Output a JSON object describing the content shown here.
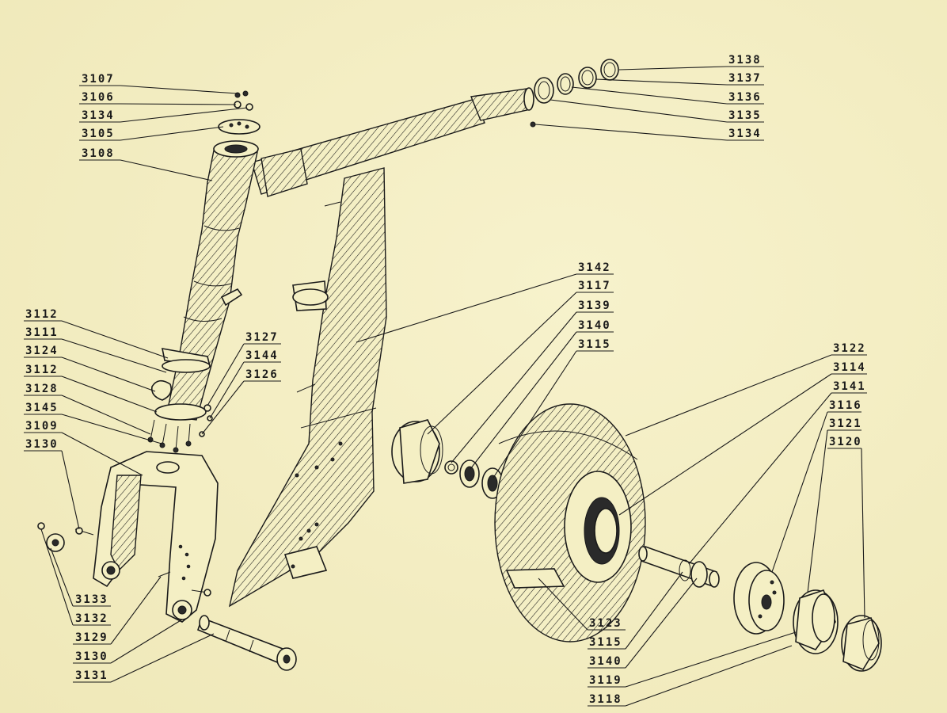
{
  "labels": [
    {
      "id": "l3107",
      "text": "3107"
    },
    {
      "id": "l3106",
      "text": "3106"
    },
    {
      "id": "l3134a",
      "text": "3134"
    },
    {
      "id": "l3105",
      "text": "3105"
    },
    {
      "id": "l3108",
      "text": "3108"
    },
    {
      "id": "l3112a",
      "text": "3112"
    },
    {
      "id": "l3111",
      "text": "3111"
    },
    {
      "id": "l3124",
      "text": "3124"
    },
    {
      "id": "l3112b",
      "text": "3112"
    },
    {
      "id": "l3128",
      "text": "3128"
    },
    {
      "id": "l3145",
      "text": "3145"
    },
    {
      "id": "l3109",
      "text": "3109"
    },
    {
      "id": "l3130a",
      "text": "3130"
    },
    {
      "id": "l3127",
      "text": "3127"
    },
    {
      "id": "l3144",
      "text": "3144"
    },
    {
      "id": "l3126",
      "text": "3126"
    },
    {
      "id": "l3133",
      "text": "3133"
    },
    {
      "id": "l3132",
      "text": "3132"
    },
    {
      "id": "l3129",
      "text": "3129"
    },
    {
      "id": "l3130b",
      "text": "3130"
    },
    {
      "id": "l3131",
      "text": "3131"
    },
    {
      "id": "l3138",
      "text": "3138"
    },
    {
      "id": "l3137",
      "text": "3137"
    },
    {
      "id": "l3136",
      "text": "3136"
    },
    {
      "id": "l3135",
      "text": "3135"
    },
    {
      "id": "l3134b",
      "text": "3134"
    },
    {
      "id": "l3142",
      "text": "3142"
    },
    {
      "id": "l3117",
      "text": "3117"
    },
    {
      "id": "l3139",
      "text": "3139"
    },
    {
      "id": "l3140a",
      "text": "3140"
    },
    {
      "id": "l3115a",
      "text": "3115"
    },
    {
      "id": "l3122",
      "text": "3122"
    },
    {
      "id": "l3114",
      "text": "3114"
    },
    {
      "id": "l3141",
      "text": "3141"
    },
    {
      "id": "l3116",
      "text": "3116"
    },
    {
      "id": "l3121",
      "text": "3121"
    },
    {
      "id": "l3120",
      "text": "3120"
    },
    {
      "id": "l3123",
      "text": "3123"
    },
    {
      "id": "l3115b",
      "text": "3115"
    },
    {
      "id": "l3140b",
      "text": "3140"
    },
    {
      "id": "l3119",
      "text": "3119"
    },
    {
      "id": "l3118",
      "text": "3118"
    }
  ]
}
